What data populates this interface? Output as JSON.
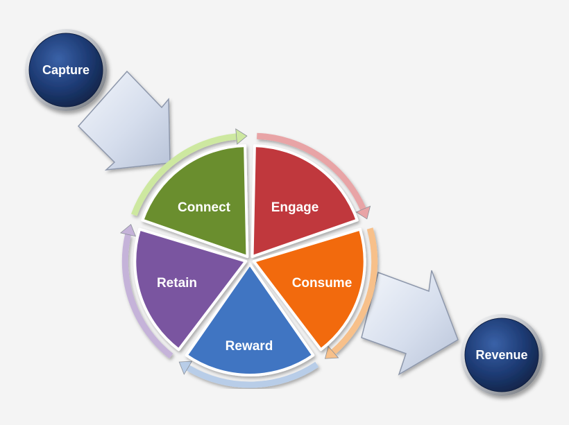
{
  "nodes": {
    "capture": {
      "label": "Capture"
    },
    "revenue": {
      "label": "Revenue"
    }
  },
  "cycle": {
    "segments": [
      {
        "key": "connect",
        "label": "Connect",
        "color": "#6b8e2e",
        "rim": "#cde8a0"
      },
      {
        "key": "engage",
        "label": "Engage",
        "color": "#c0393d",
        "rim": "#e8a4a6"
      },
      {
        "key": "consume",
        "label": "Consume",
        "color": "#f26b0d",
        "rim": "#f7c08a"
      },
      {
        "key": "reward",
        "label": "Reward",
        "color": "#3f74c2",
        "rim": "#b8cde8"
      },
      {
        "key": "retain",
        "label": "Retain",
        "color": "#7a55a0",
        "rim": "#c5b3d9"
      }
    ]
  },
  "colors": {
    "node_fill": "#1d3a73",
    "arrow_fill": "#dce4f2",
    "background": "#f4f4f4"
  }
}
